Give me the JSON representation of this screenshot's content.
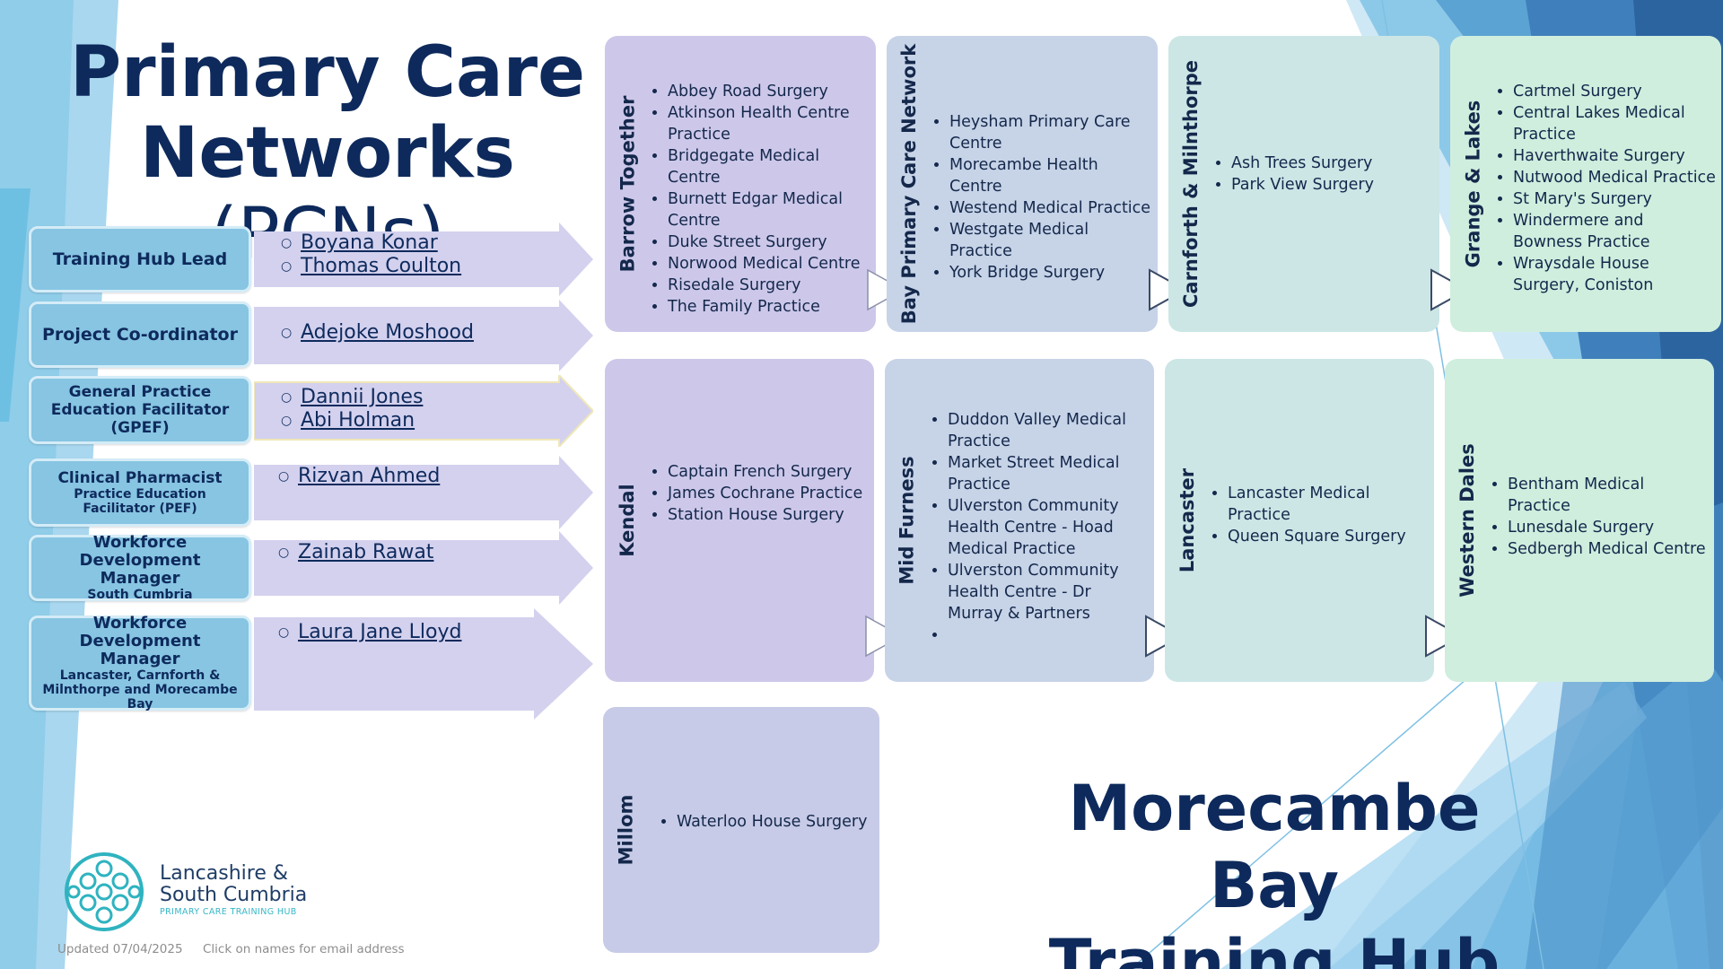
{
  "title": {
    "line1": "Primary Care",
    "line2a": "Networks",
    "line2b": " (PCNs)"
  },
  "roles": [
    {
      "title": "Training Hub Lead",
      "sub": "",
      "names": [
        "Boyana Konar",
        "Thomas Coulton"
      ]
    },
    {
      "title": "Project Co-ordinator",
      "sub": "",
      "names": [
        "Adejoke Moshood"
      ]
    },
    {
      "title": "General Practice Education Facilitator (GPEF)",
      "sub": "",
      "names": [
        "Dannii Jones",
        "Abi Holman"
      ]
    },
    {
      "title": "Clinical Pharmacist",
      "sub": "Practice Education Facilitator (PEF)",
      "names": [
        "Rizvan Ahmed"
      ]
    },
    {
      "title": "Workforce Development Manager",
      "sub": "South Cumbria",
      "names": [
        "Zainab Rawat"
      ]
    },
    {
      "title": "Workforce Development Manager",
      "sub": "Lancaster, Carnforth & Milnthorpe and Morecambe Bay",
      "names": [
        "Laura Jane Lloyd"
      ]
    }
  ],
  "pcns": [
    {
      "name": "Barrow Together",
      "practices": [
        "Abbey Road Surgery",
        "Atkinson Health Centre Practice",
        "Bridgegate Medical Centre",
        "Burnett Edgar Medical Centre",
        "Duke Street Surgery",
        "Norwood Medical Centre",
        "Risedale Surgery",
        "The Family Practice"
      ]
    },
    {
      "name": "Bay Primary Care Network",
      "practices": [
        "Heysham Primary Care Centre",
        "Morecambe Health Centre",
        "Westend Medical Practice",
        "Westgate Medical Practice",
        "York Bridge Surgery"
      ]
    },
    {
      "name": "Carnforth & Milnthorpe",
      "practices": [
        "Ash Trees Surgery",
        "Park View Surgery"
      ]
    },
    {
      "name": "Grange & Lakes",
      "practices": [
        "Cartmel Surgery",
        "Central Lakes Medical Practice",
        "Haverthwaite Surgery",
        "Nutwood Medical Practice",
        "St Mary's Surgery",
        "Windermere and Bowness Practice",
        "Wraysdale House Surgery, Coniston"
      ]
    },
    {
      "name": "Kendal",
      "practices": [
        "Captain French Surgery",
        "James Cochrane Practice",
        "Station House Surgery"
      ]
    },
    {
      "name": "Mid Furness",
      "practices": [
        "Duddon Valley Medical Practice",
        "Market Street Medical Practice",
        "Ulverston Community Health Centre - Hoad Medical Practice",
        "Ulverston Community Health Centre - Dr Murray & Partners",
        ""
      ]
    },
    {
      "name": "Lancaster",
      "practices": [
        "Lancaster Medical Practice",
        "Queen Square Surgery"
      ]
    },
    {
      "name": "Western Dales",
      "practices": [
        "Bentham Medical Practice",
        "Lunesdale Surgery",
        "Sedbergh Medical Centre"
      ]
    },
    {
      "name": "Millom",
      "practices": [
        "Waterloo House Surgery"
      ]
    }
  ],
  "hub": {
    "line1": "Morecambe Bay",
    "line2": "Training Hub"
  },
  "org": {
    "line1": "Lancashire &",
    "line2": "South Cumbria",
    "tagline": "PRIMARY CARE TRAINING HUB"
  },
  "footer": {
    "updated": "Updated 07/04/2025",
    "hint": "Click on names for email address"
  }
}
